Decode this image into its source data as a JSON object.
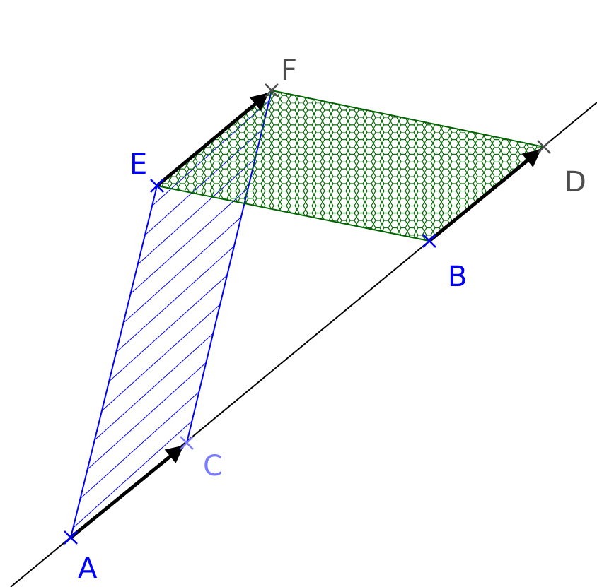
{
  "points": {
    "A": {
      "label": "A",
      "color": "#0000ff"
    },
    "B": {
      "label": "B",
      "color": "#0000ff"
    },
    "C": {
      "label": "C",
      "color": "#7b7bff"
    },
    "D": {
      "label": "D",
      "color": "#4d4d4d"
    },
    "E": {
      "label": "E",
      "color": "#0000ff"
    },
    "F": {
      "label": "F",
      "color": "#4d4d4d"
    }
  },
  "colors": {
    "hatch": "#0000ff",
    "hex_fill": "#006400",
    "line": "#000000",
    "vector": "#000000"
  }
}
